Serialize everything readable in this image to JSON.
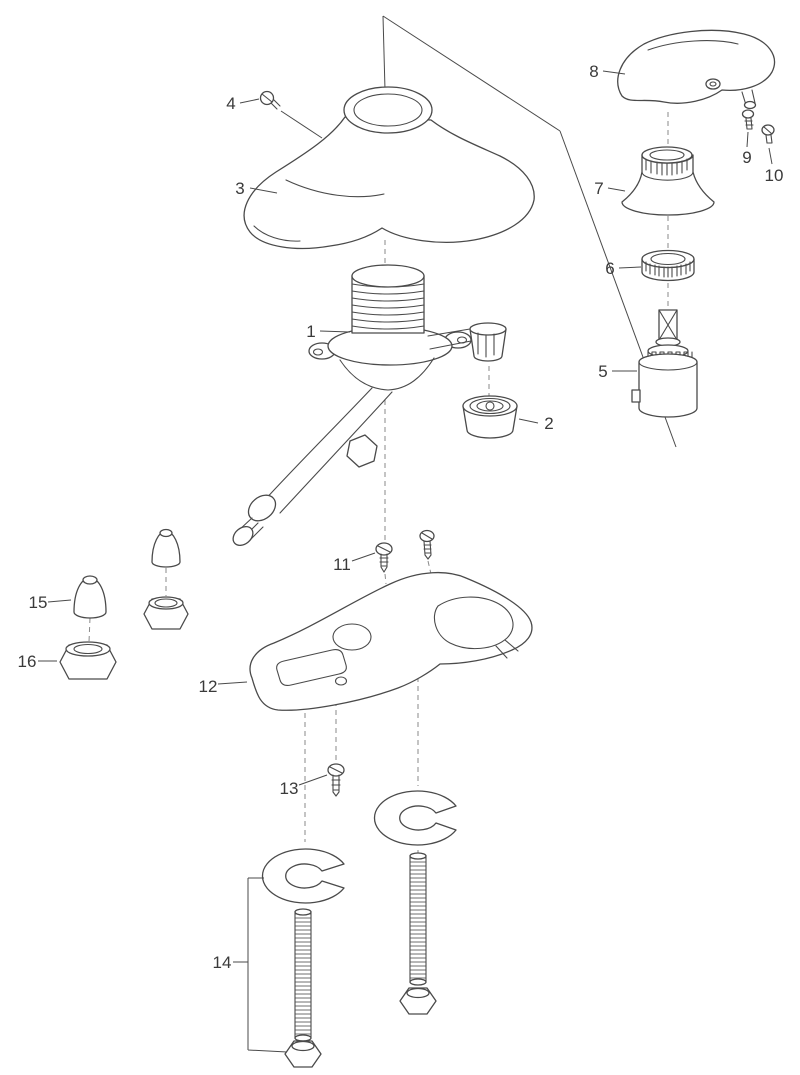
{
  "diagram": {
    "background_color": "#ffffff",
    "stroke_color": "#4a4a4a",
    "label_text_color": "#3a3a3a",
    "labels": [
      "1",
      "2",
      "3",
      "4",
      "5",
      "6",
      "7",
      "8",
      "9",
      "10",
      "11",
      "12",
      "13",
      "14",
      "15",
      "16"
    ]
  }
}
